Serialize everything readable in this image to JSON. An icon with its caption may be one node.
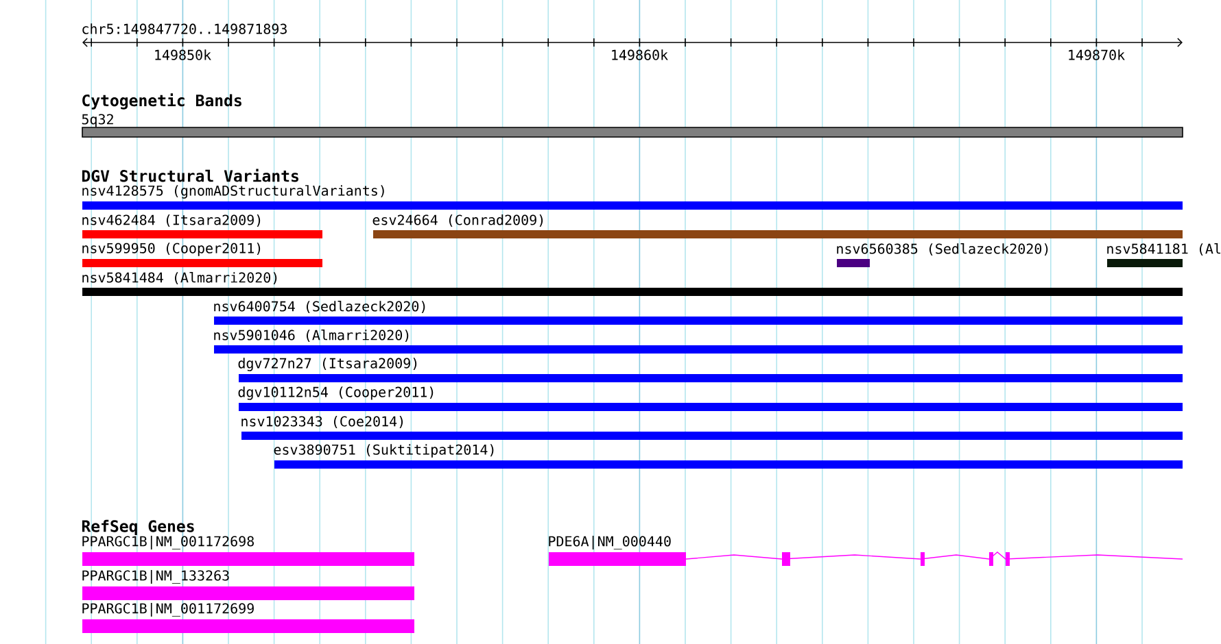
{
  "diagram": {
    "nodes": [
      {
        "text": [
          "5q32"
        ]
      },
      {
        "text": [
          "nsv4128575 (gnomADStructuralVariants)"
        ]
      },
      {
        "text": [
          "nsv462484 (Itsara2009)"
        ]
      },
      {
        "text": [
          "esv24664 (Conrad2009)"
        ]
      },
      {
        "text": [
          "nsv599950 (Cooper2011)"
        ]
      },
      {
        "text": [
          "nsv6560385 (Sedlazeck2020)"
        ]
      },
      {
        "text": [
          "nsv5841181 (Al"
        ]
      },
      {
        "text": [
          "nsv5841484 (Almarri2020)"
        ]
      },
      {
        "text": [
          "nsv6400754 (Sedlazeck2020)"
        ]
      },
      {
        "text": [
          "nsv5901046 (Almarri2020)"
        ]
      },
      {
        "text": [
          "dgv727n27 (Itsara2009)"
        ]
      },
      {
        "text": [
          "dgv10112n54 (Cooper2011)"
        ]
      },
      {
        "text": [
          "nsv1023343 (Coe2014)"
        ]
      },
      {
        "text": [
          "esv3890751 (Suktitipat2014)"
        ]
      },
      {
        "text": [
          "PPARGC1B|NM_001172698"
        ]
      },
      {
        "text": [
          "PDE6A|NM_000440"
        ]
      },
      {
        "text": [
          "PPARGC1B|NM_133263"
        ]
      },
      {
        "text": [
          "PPARGC1B|NM_001172699"
        ]
      }
    ],
    "labels": [
      "chr5:149847720..149871893",
      "149850k",
      "149860k",
      "149870k",
      "Cytogenetic Bands",
      "DGV Structural Variants",
      "RefSeq Genes"
    ]
  }
}
